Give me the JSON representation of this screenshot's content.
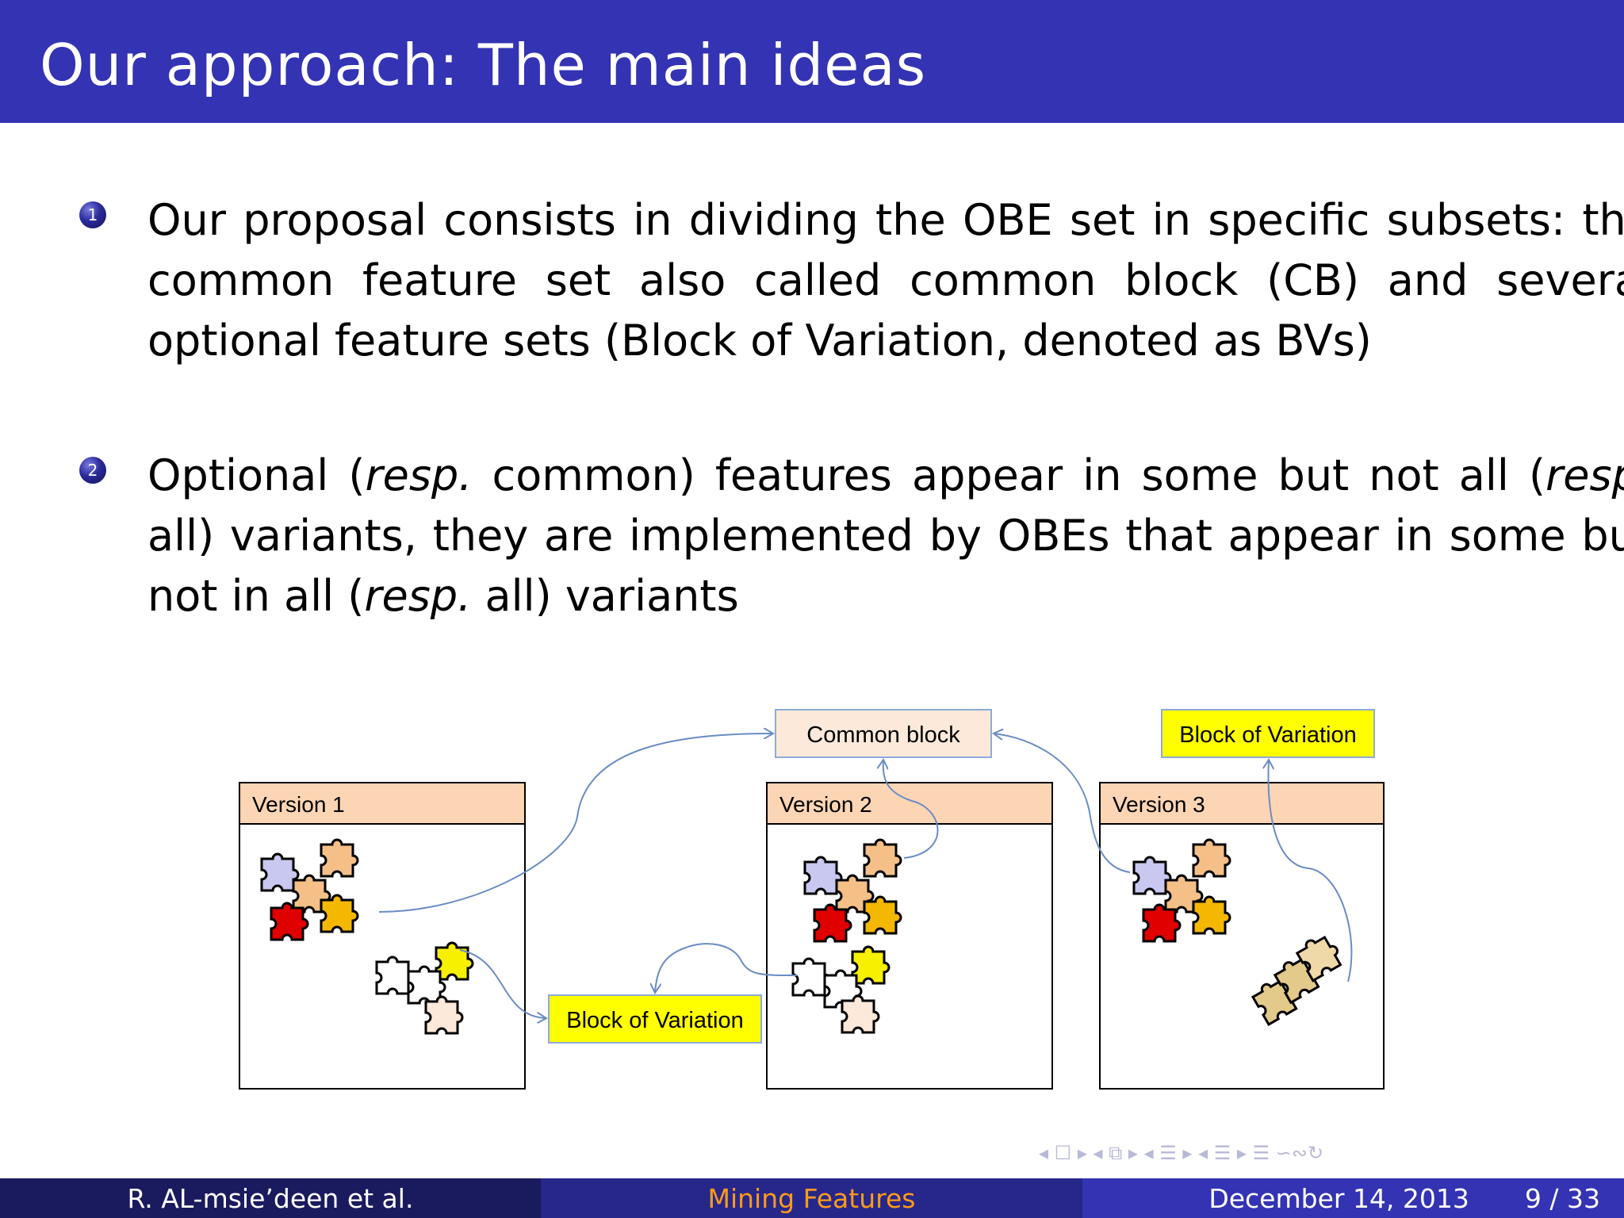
{
  "header": {
    "title": "Our approach: The main ideas"
  },
  "items": [
    {
      "number": "1",
      "text_html": "Our proposal consists in dividing the OBE set in specific subsets: the common feature set also called common block (CB) and several optional feature sets (Block of Variation, denoted as BVs)"
    },
    {
      "number": "2",
      "part1": "Optional (",
      "resp": "resp.",
      "part2": " common) features appear in some but not all (",
      "part3": " all) variants, they are implemented by OBEs that appear in some but not in all (",
      "part4": " all) variants"
    }
  ],
  "diagram": {
    "common_block_label": "Common block",
    "bv_top_label": "Block of Variation",
    "bv_bottom_label": "Block of Variation",
    "versions": [
      "Version 1",
      "Version 2",
      "Version 3"
    ],
    "colors": {
      "header_fill": "#fcd5b4",
      "common_fill": "#fde9d9",
      "bv_fill": "#ffff00",
      "arrow": "#6b8cc4"
    }
  },
  "footer": {
    "author": "R. AL-msie’deen et al.",
    "topic": "Mining Features",
    "date": "December 14, 2013",
    "page": "9 / 33"
  },
  "navbar": {
    "glyphs": "◂ ☐ ▸ ◂ ⧉ ▸ ◂ ☰ ▸ ◂ ☰ ▸ ☰ ∽∾↻"
  }
}
